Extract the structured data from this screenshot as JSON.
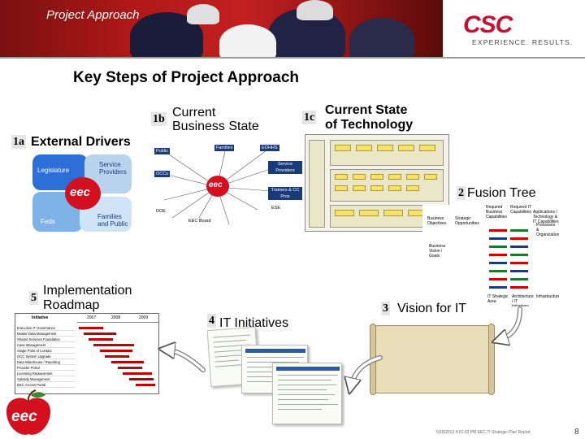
{
  "header": {
    "title": "Project Approach",
    "logo_text": "CSC",
    "logo_tagline": "EXPERIENCE. RESULTS."
  },
  "main_title": "Key Steps of Project Approach",
  "steps": {
    "s1a": {
      "num": "1a",
      "label": "External Drivers"
    },
    "s1b": {
      "num": "1b",
      "label_line1": "Current",
      "label_line2": "Business State"
    },
    "s1c": {
      "num": "1c",
      "label_line1": "Current State",
      "label_line2": "of Technology"
    },
    "s2": {
      "num": "2",
      "label": "Fusion Tree"
    },
    "s3": {
      "num": "3",
      "label": "Vision for IT"
    },
    "s4": {
      "num": "4",
      "label": "IT Initiatives"
    },
    "s5": {
      "num": "5",
      "label_line1": "Implementation",
      "label_line2": "Roadmap"
    }
  },
  "puzzle": {
    "piece_legislature": "Legislature",
    "piece_service_providers": "Service\nProviders",
    "piece_feds": "Feds",
    "piece_families": "Families\nand Public",
    "center": "eec"
  },
  "business": {
    "center": "eec",
    "nodes": [
      "Public",
      "Families",
      "OCCs",
      "Service Providers",
      "DOE",
      "Trainers & CC Pros",
      "EOHHS",
      "ESE",
      "EEC Board"
    ]
  },
  "fusion": {
    "headers": [
      "Required Business Capabilities",
      "Required IT Capabilities",
      "Applications / Technology & IT Capabilities"
    ],
    "left": [
      "Business Objectives",
      "Strategic Opportunities",
      "Business Vision / Goals"
    ],
    "right": [
      "Processes & Organization"
    ],
    "bottom": [
      "IT Strategic Area",
      "Architecture / IT Initiatives",
      "Infrastructure"
    ]
  },
  "roadmap": {
    "header": "Initiative",
    "years": [
      "2007",
      "2008",
      "2009"
    ],
    "rows": [
      "Executive IT Governance",
      "Master Data Management",
      "Shared Services Foundation",
      "Case Management",
      "Single Point of Contact",
      "OCC System Upgrade",
      "Data Warehouse / Reporting",
      "Provider Portal",
      "Licensing Replacement",
      "Subsidy Management",
      "EEC Access Portal"
    ]
  },
  "footer": {
    "text": "5/18/2013 4:01:03 PM EEC IT Strategic Plan Report",
    "page": "8"
  },
  "colors": {
    "brand_red": "#c8102e",
    "eec_red": "#d40f1e",
    "navy": "#1a3a7a"
  },
  "icons": [
    "eec-apple-logo",
    "curved-arrow-icon"
  ]
}
